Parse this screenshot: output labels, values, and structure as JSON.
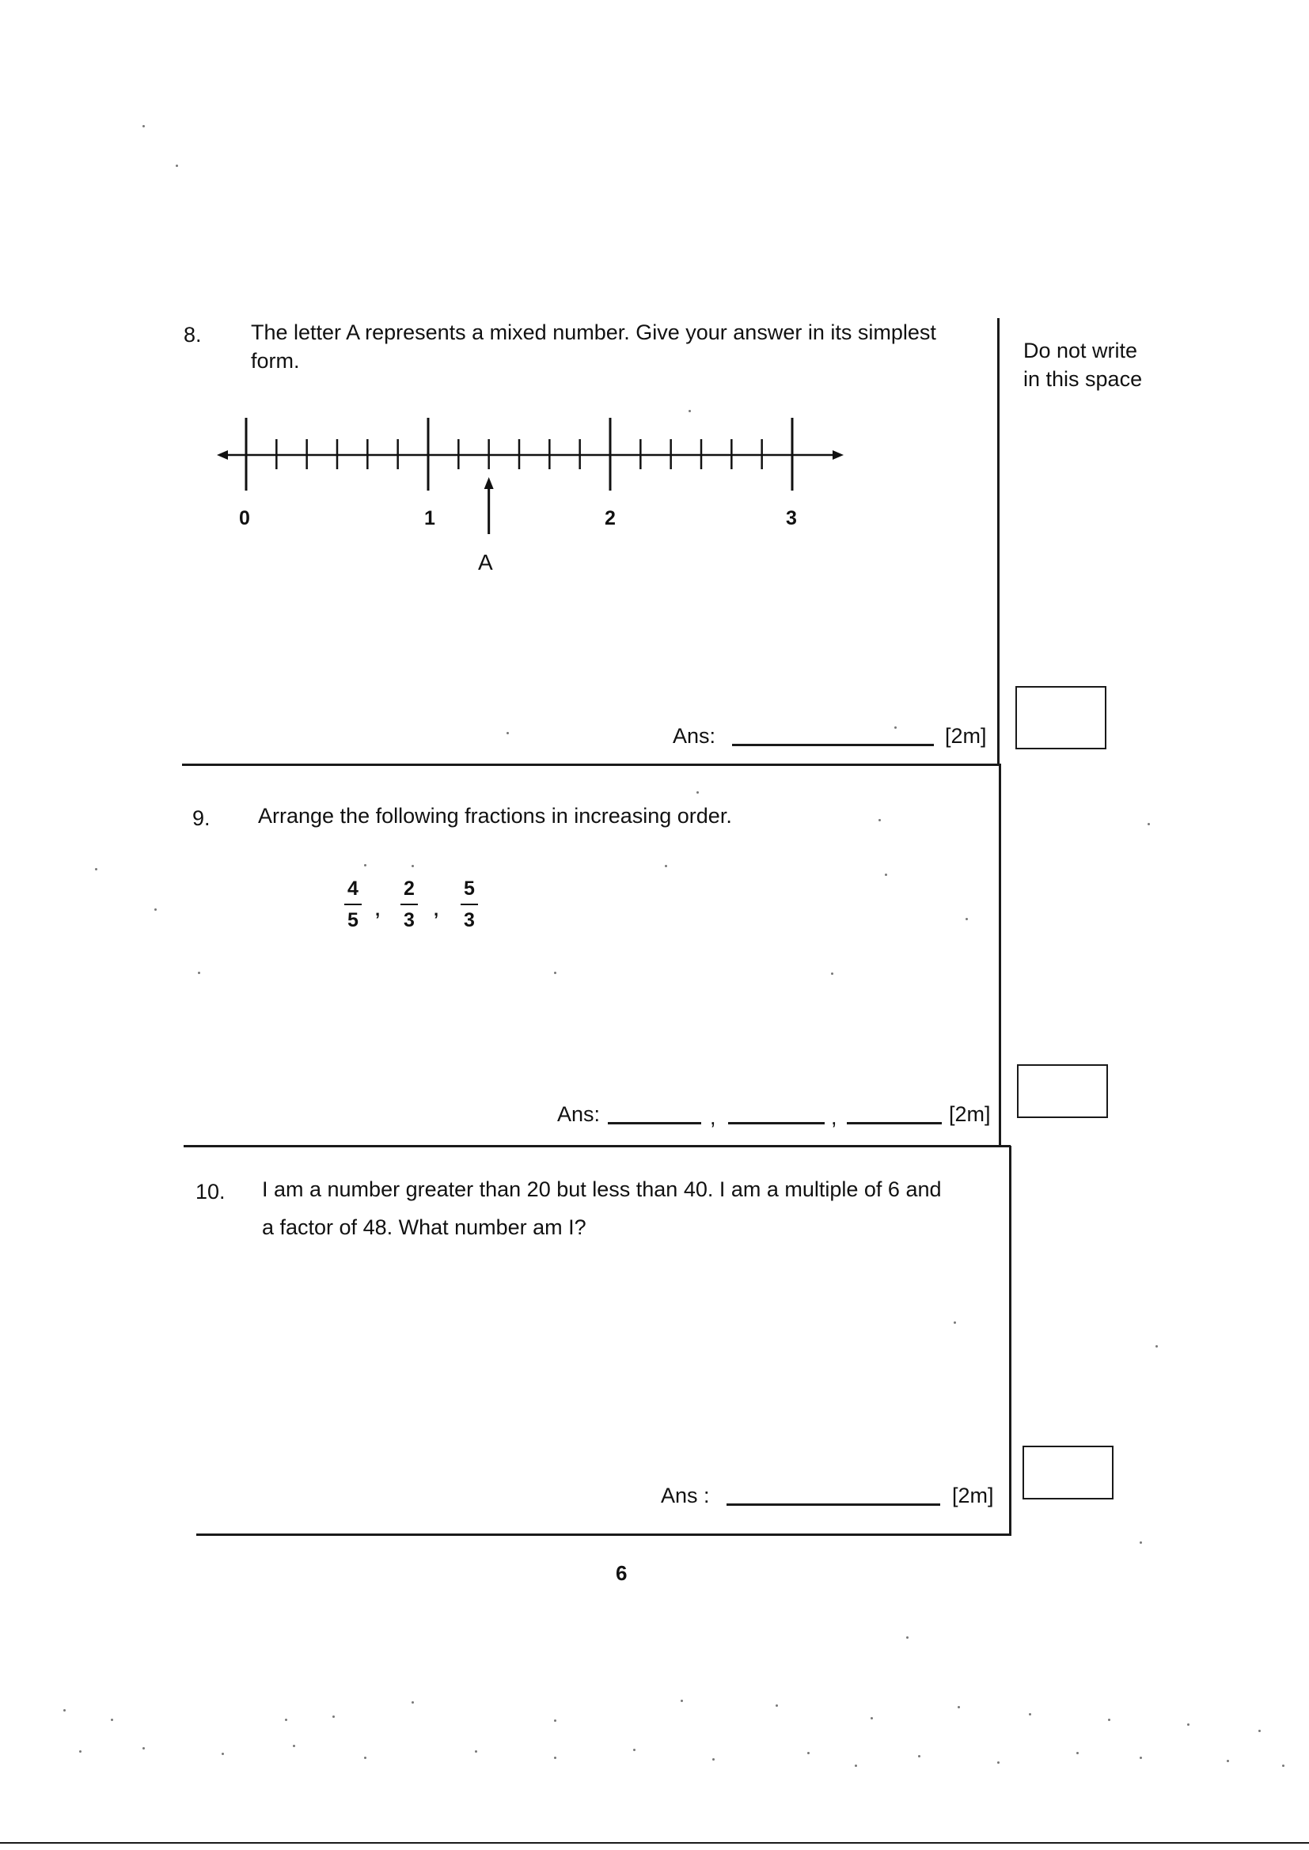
{
  "margin_note": {
    "line1": "Do not write",
    "line2": "in this space"
  },
  "q8": {
    "number": "8.",
    "line1": "The letter A represents a mixed number. Give your answer in its simplest",
    "line2": "form.",
    "number_line": {
      "labels": [
        "0",
        "1",
        "2",
        "3"
      ],
      "subdivisions_per_unit": 6,
      "pointer_label": "A"
    },
    "ans_label": "Ans:",
    "marks": "[2m]"
  },
  "q9": {
    "number": "9.",
    "text": "Arrange the following fractions in increasing order.",
    "fractions": [
      {
        "num": "4",
        "den": "5"
      },
      {
        "num": "2",
        "den": "3"
      },
      {
        "num": "5",
        "den": "3"
      }
    ],
    "separator": ",",
    "ans_label": "Ans:",
    "ans_separator": ",",
    "marks": "[2m]"
  },
  "q10": {
    "number": "10.",
    "line1": "I am a number greater than 20 but less than 40.  I am a multiple of 6 and",
    "line2": "a factor of 48.  What number am I?",
    "ans_label": "Ans :",
    "marks": "[2m]"
  },
  "page_number": "6"
}
